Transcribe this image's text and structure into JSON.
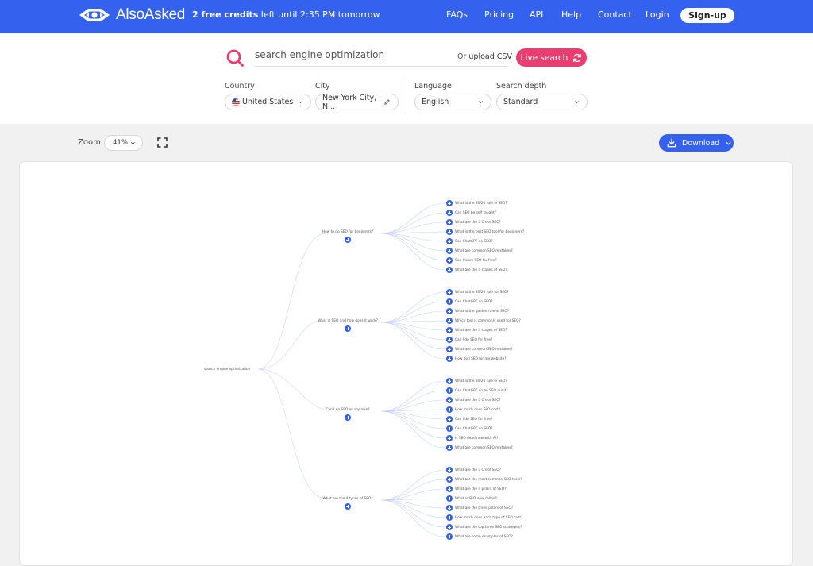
{
  "header": {
    "brand": "AlsoAsked",
    "credits_bold": "2 free credits",
    "credits_rest": " left until 2:35 PM tomorrow",
    "nav": [
      "FAQs",
      "Pricing",
      "API",
      "Help",
      "Contact",
      "Login"
    ],
    "signup": "Sign-up",
    "brand_color": "#3461ee"
  },
  "search": {
    "query": "search engine optimization",
    "or_text": "Or ",
    "upload_link": "upload CSV",
    "live_button": "Live search",
    "accent_color": "#ea3e72",
    "country_label": "Country",
    "country_value": "United States",
    "city_label": "City",
    "city_value": "New York City, N...",
    "language_label": "Language",
    "language_value": "English",
    "depth_label": "Search depth",
    "depth_value": "Standard"
  },
  "toolbar": {
    "zoom_label": "Zoom",
    "zoom_value": "41%",
    "download": "Download"
  },
  "tree": {
    "root": "search engine optimization",
    "branches": [
      {
        "question": "How to do SEO for beginners?",
        "children": [
          "What is the 80/20 rule in SEO?",
          "Can SEO be self taught?",
          "What are the 3 C's of SEO?",
          "What is the best SEO tool for beginners?",
          "Can ChatGPT do SEO?",
          "What are common SEO mistakes?",
          "Can I learn SEO for free?",
          "What are the 4 stages of SEO?"
        ]
      },
      {
        "question": "What is SEO and how does it work?",
        "children": [
          "What is the 80/20 rule for SEO?",
          "Can ChatGPT do SEO?",
          "What is the golden rule of SEO?",
          "Which tool is commonly used for SEO?",
          "What are the 4 stages of SEO?",
          "Can I do SEO for free?",
          "What are common SEO mistakes?",
          "How do I SEO for my website?"
        ]
      },
      {
        "question": "Can I do SEO on my own?",
        "children": [
          "What is the 80/20 rule in SEO?",
          "Can ChatGPT do an SEO audit?",
          "What are the 3 C's of SEO?",
          "How much does SEO cost?",
          "Can I do SEO for free?",
          "Can ChatGPT do SEO?",
          "Is SEO dead now with AI?",
          "What are common SEO mistakes?"
        ]
      },
      {
        "question": "What are the 4 types of SEO?",
        "children": [
          "What are the 3 C's of SEO?",
          "What are the most common SEO tools?",
          "What are the 4 pillars of SEO?",
          "What is SEO now called?",
          "What are the three pillars of SEO?",
          "How much does each type of SEO cost?",
          "What are the top three SEO strategies?",
          "What are some examples of SEO?"
        ]
      }
    ]
  }
}
